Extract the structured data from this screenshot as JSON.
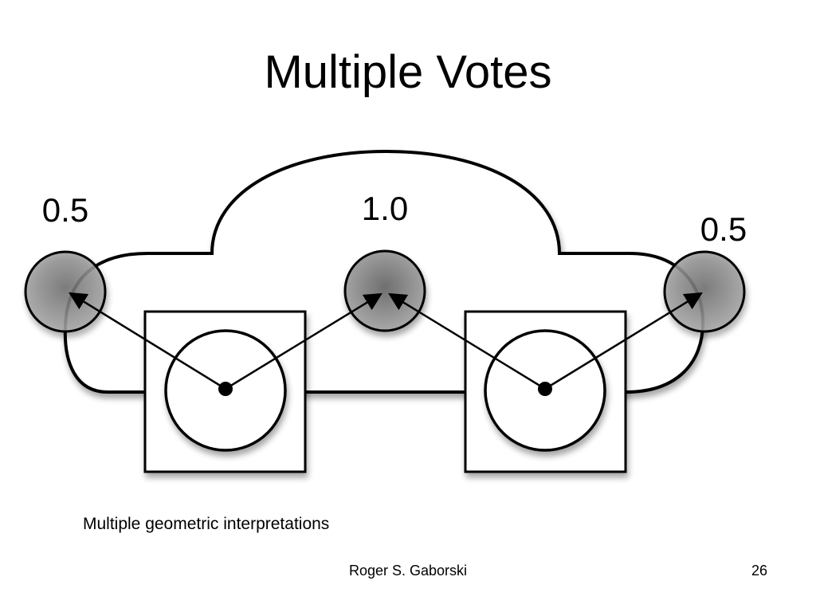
{
  "slide": {
    "title": "Multiple Votes",
    "caption": "Multiple geometric interpretations",
    "author": "Roger S. Gaborski",
    "page_number": "26"
  },
  "diagram": {
    "vote_labels": {
      "left": "0.5",
      "center": "1.0",
      "right": "0.5"
    },
    "vote_circle_fill": "#8c8c8c",
    "outline_color": "#000000"
  }
}
